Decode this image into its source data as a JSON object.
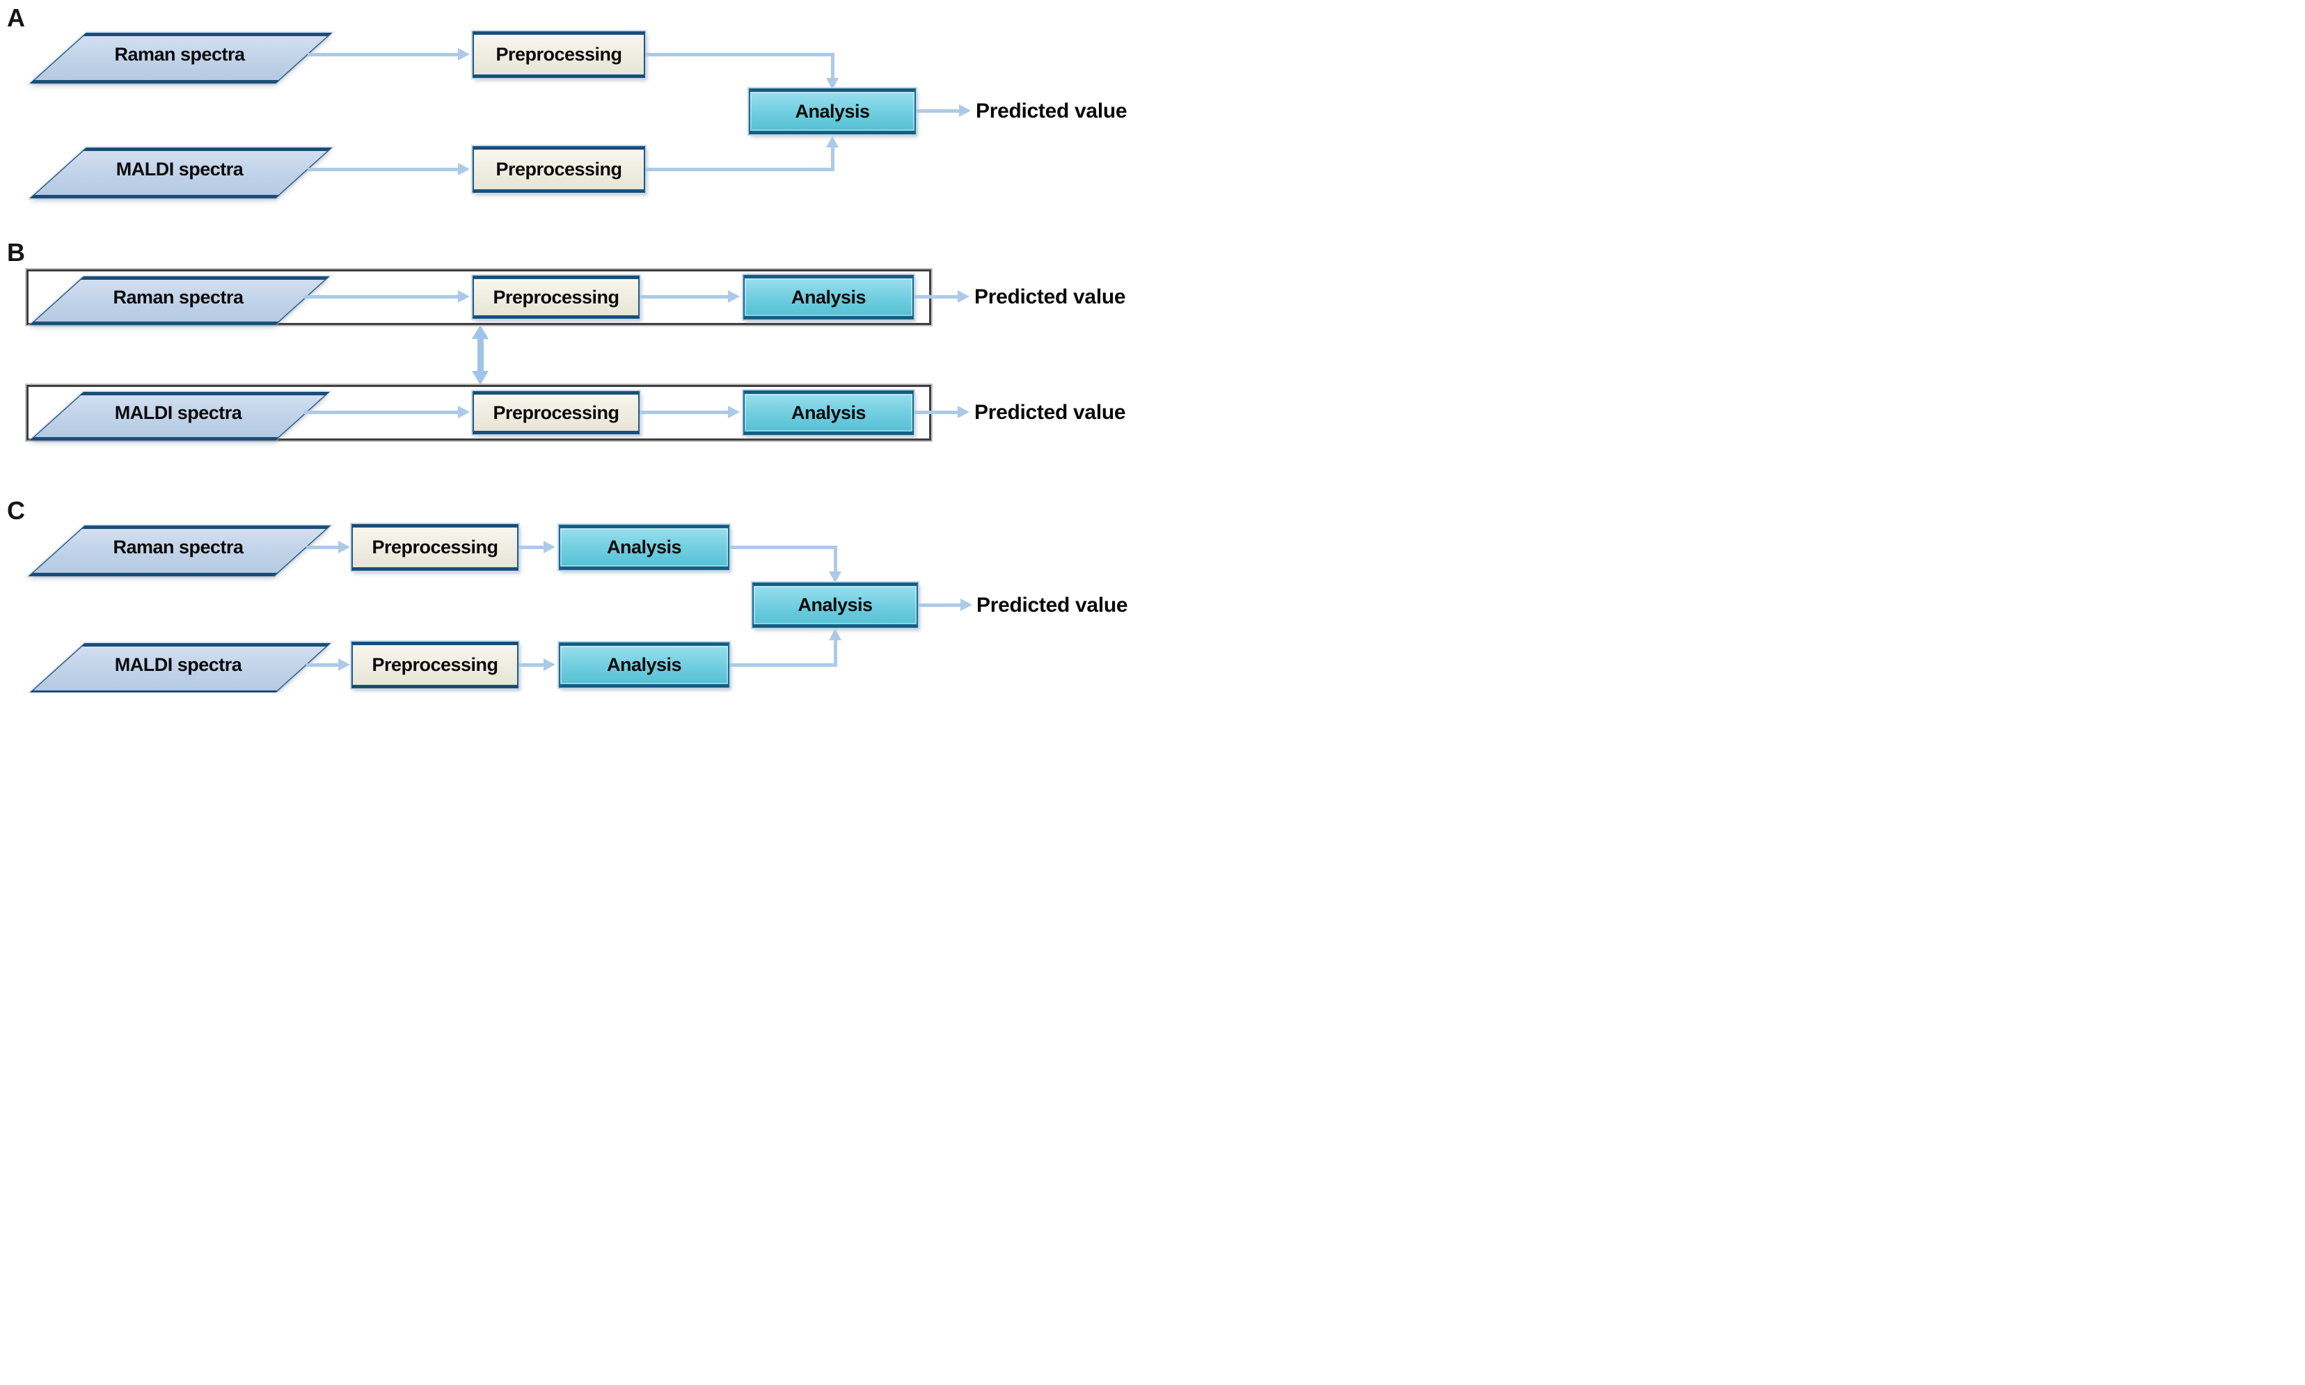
{
  "figure": {
    "description_labels": {
      "source_raman": "Raman spectra",
      "source_maldi": "MALDI spectra",
      "preprocessing": "Preprocessing",
      "analysis": "Analysis",
      "output": "Predicted value"
    }
  },
  "sections": [
    {
      "label": "A",
      "rows": [
        {
          "source": "Raman spectra",
          "preprocess": "Preprocessing"
        },
        {
          "source": "MALDI spectra",
          "preprocess": "Preprocessing"
        }
      ],
      "fusion": "Analysis",
      "output": "Predicted value"
    },
    {
      "label": "B",
      "rows": [
        {
          "source": "Raman spectra",
          "preprocess": "Preprocessing",
          "analysis": "Analysis",
          "output": "Predicted value"
        },
        {
          "source": "MALDI spectra",
          "preprocess": "Preprocessing",
          "analysis": "Analysis",
          "output": "Predicted value"
        }
      ]
    },
    {
      "label": "C",
      "rows": [
        {
          "source": "Raman spectra",
          "preprocess": "Preprocessing",
          "analysis": "Analysis"
        },
        {
          "source": "MALDI spectra",
          "preprocess": "Preprocessing",
          "analysis": "Analysis"
        }
      ],
      "fusion": "Analysis",
      "output": "Predicted value"
    }
  ],
  "icons": {
    "flow_arrow": "triangle-right",
    "merge_arrow_down": "triangle-down",
    "merge_arrow_up": "triangle-up",
    "exchange_arrow": "double-headed-vertical"
  },
  "palette": {
    "data_parallelogram_fill": "#c0d2e8",
    "data_parallelogram_border": "#1e5380",
    "preprocessing_fill": "#eeecdf",
    "preprocessing_border": "#1d5a86",
    "analysis_fill": "#6fcddf",
    "analysis_border": "#1a6a90",
    "arrow": "#accae8",
    "container_border": "#3f3f3f",
    "text": "#0b0b0b",
    "background": "#ffffff"
  }
}
